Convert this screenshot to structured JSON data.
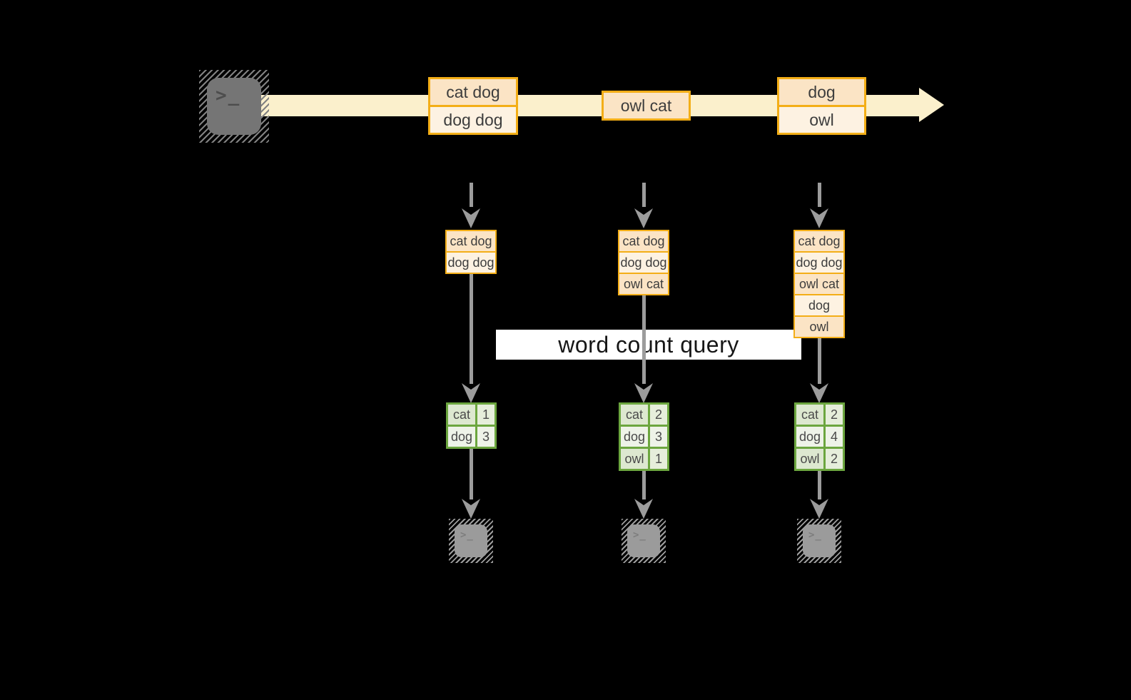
{
  "query_label": "word count query",
  "icons": {
    "terminal_glyph": ">_"
  },
  "colors": {
    "background": "#000000",
    "stream_band": "#fbf0cc",
    "amber_border": "#f3ae17",
    "cell_fill_dark": "#fbe4c5",
    "cell_fill_light": "#fdf2e2",
    "green_border": "#6ca63f",
    "green_fill_dark": "#dde8d0",
    "green_fill_light": "#eef3e8",
    "arrow_gray": "#9c9c9c",
    "label_background": "#ffffff"
  },
  "stream": {
    "events": [
      {
        "lines": [
          "cat dog",
          "dog dog"
        ]
      },
      {
        "lines": [
          "owl cat"
        ]
      },
      {
        "lines": [
          "dog",
          "owl"
        ]
      }
    ]
  },
  "columns": [
    {
      "state": [
        "cat dog",
        "dog dog"
      ],
      "counts": [
        {
          "word": "cat",
          "count": "1"
        },
        {
          "word": "dog",
          "count": "3"
        }
      ]
    },
    {
      "state": [
        "cat dog",
        "dog dog",
        "owl cat"
      ],
      "counts": [
        {
          "word": "cat",
          "count": "2"
        },
        {
          "word": "dog",
          "count": "3"
        },
        {
          "word": "owl",
          "count": "1"
        }
      ]
    },
    {
      "state": [
        "cat dog",
        "dog dog",
        "owl cat",
        "dog",
        "owl"
      ],
      "counts": [
        {
          "word": "cat",
          "count": "2"
        },
        {
          "word": "dog",
          "count": "4"
        },
        {
          "word": "owl",
          "count": "2"
        }
      ]
    }
  ]
}
